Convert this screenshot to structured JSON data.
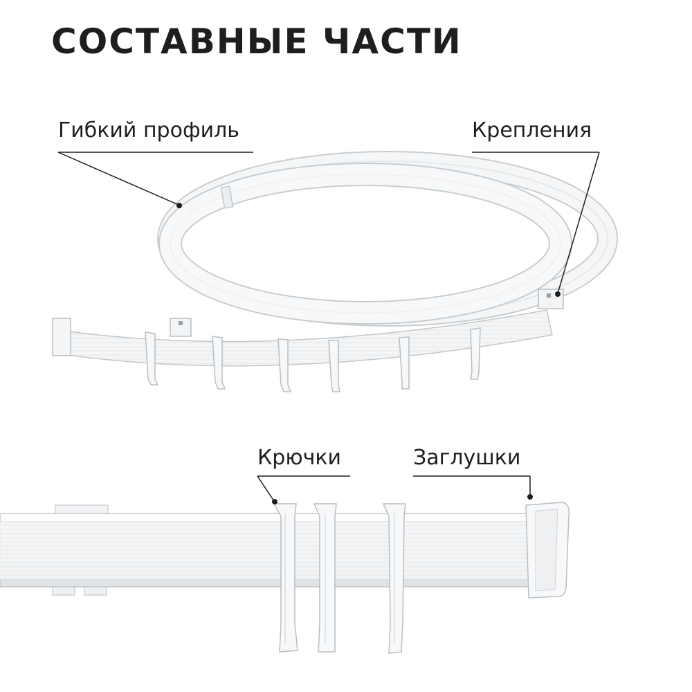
{
  "title": "СОСТАВНЫЕ ЧАСТИ",
  "labels": {
    "flexible_profile": "Гибкий профиль",
    "mounts": "Крепления",
    "hooks": "Крючки",
    "end_caps": "Заглушки"
  },
  "colors": {
    "text": "#1e1e1e",
    "profile_fill": "#f4f5f6",
    "profile_edge": "#c6cacd",
    "background": "#ffffff"
  }
}
